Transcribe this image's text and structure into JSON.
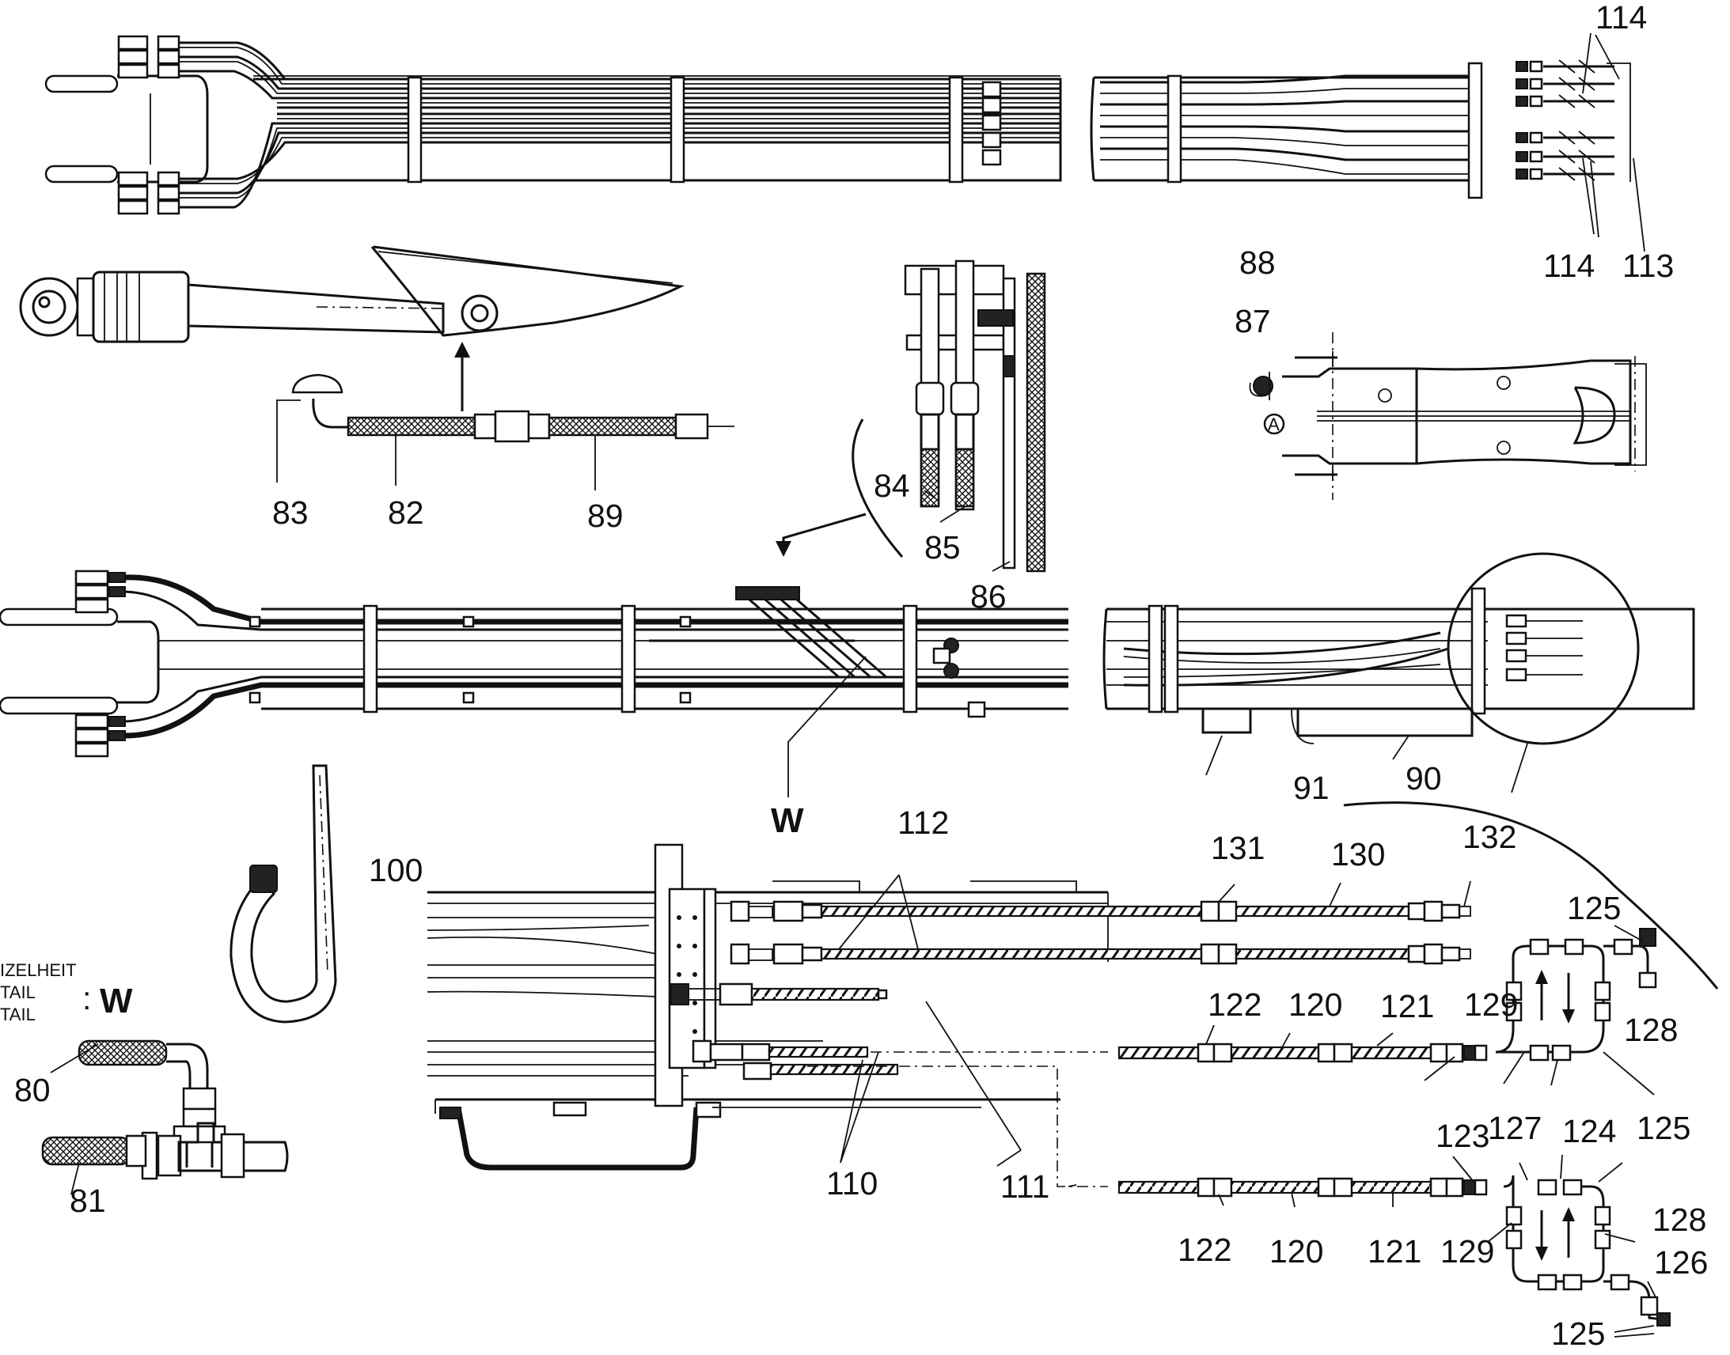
{
  "labels": {
    "l114a": "114",
    "l114b": "114",
    "l113": "113",
    "l88": "88",
    "l87": "87",
    "l83": "83",
    "l82": "82",
    "l89": "89",
    "l84": "84",
    "l85": "85",
    "l86": "86",
    "l90": "90",
    "l91": "91",
    "lW": "W",
    "l112": "112",
    "l131": "131",
    "l130": "130",
    "l132": "132",
    "l100": "100",
    "l125a": "125",
    "l128a": "128",
    "l122a": "122",
    "l120a": "120",
    "l121a": "121",
    "l129a": "129",
    "l110": "110",
    "l111": "111",
    "l123": "123",
    "l127": "127",
    "l124": "124",
    "l125b": "125",
    "l122b": "122",
    "l120b": "120",
    "l121b": "121",
    "l129b": "129",
    "l128b": "128",
    "l126": "126",
    "l125c": "125",
    "l80": "80",
    "l81": "81"
  },
  "detail_caption": {
    "line1": "IZELHEIT",
    "line2": "TAIL",
    "line3": "TAIL",
    "colon": ":",
    "letter": "W"
  },
  "marker_a": "A"
}
